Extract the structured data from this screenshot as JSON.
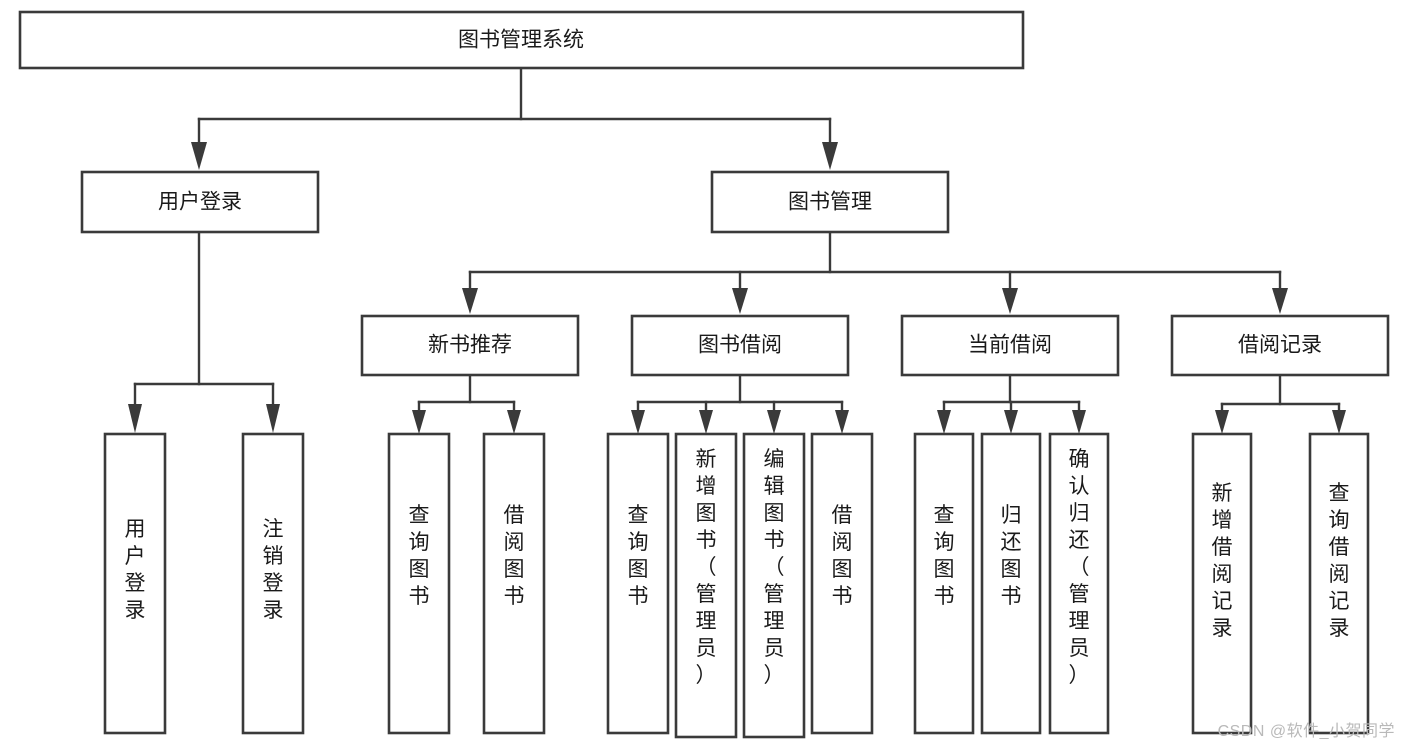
{
  "diagram": {
    "title": "图书管理系统",
    "type": "hierarchy-tree",
    "root": {
      "label": "图书管理系统"
    },
    "level1": [
      {
        "label": "用户登录"
      },
      {
        "label": "图书管理"
      }
    ],
    "level2": [
      {
        "label": "新书推荐"
      },
      {
        "label": "图书借阅"
      },
      {
        "label": "当前借阅"
      },
      {
        "label": "借阅记录"
      }
    ],
    "leaves": {
      "user_login": [
        {
          "label": "用户登录"
        },
        {
          "label": "注销登录"
        }
      ],
      "new_book_recommend": [
        {
          "label": "查询图书"
        },
        {
          "label": "借阅图书"
        }
      ],
      "book_borrow": [
        {
          "label": "查询图书"
        },
        {
          "label": "新增图书（管理员）"
        },
        {
          "label": "编辑图书（管理员）"
        },
        {
          "label": "借阅图书"
        }
      ],
      "current_borrow": [
        {
          "label": "查询图书"
        },
        {
          "label": "归还图书"
        },
        {
          "label": "确认归还（管理员）"
        }
      ],
      "borrow_record": [
        {
          "label": "新增借阅记录"
        },
        {
          "label": "查询借阅记录"
        }
      ]
    }
  },
  "watermark": {
    "text": "CSDN @软件_小贺同学"
  },
  "colors": {
    "box_stroke": "#3a3a3a",
    "box_fill": "#ffffff",
    "text": "#1a1a1a",
    "watermark": "#b9b9b9",
    "background": "#ffffff"
  }
}
